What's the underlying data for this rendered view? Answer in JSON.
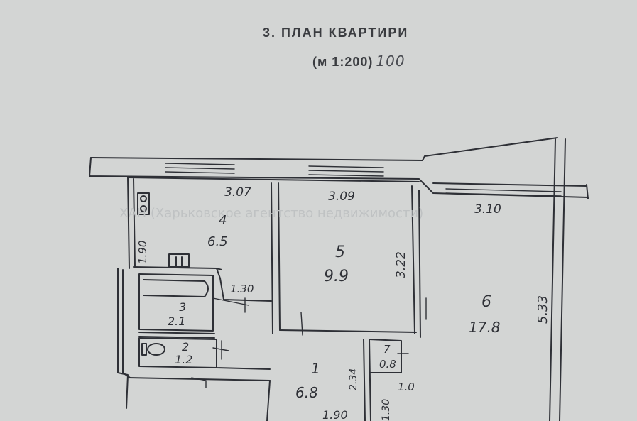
{
  "heading": {
    "title": "3. ПЛАН КВАРТИРИ",
    "scale_prefix": "(м 1:",
    "scale_struck": "200",
    "scale_suffix": ")",
    "scale_handwritten": "100"
  },
  "watermark": "ХАН (Харьковское агентство недвижимости)",
  "rooms": [
    {
      "number": "1",
      "area": "6.8"
    },
    {
      "number": "2",
      "area": "1.2"
    },
    {
      "number": "3",
      "area": "2.1"
    },
    {
      "number": "4",
      "area": "6.5"
    },
    {
      "number": "5",
      "area": "9.9"
    },
    {
      "number": "6",
      "area": "17.8"
    },
    {
      "number": "7",
      "area": "0.8"
    }
  ],
  "dimensions": {
    "d_307": "3.07",
    "d_309": "3.09",
    "d_310": "3.10",
    "d_322": "3.22",
    "d_533": "5.33",
    "d_190_left": "1.90",
    "d_130_top": "1.30",
    "d_234": "2.34",
    "d_130_bottom": "1.30",
    "d_10": "1.0",
    "d_190_bottom": "1.90"
  },
  "colors": {
    "paper": "#d3d5d4",
    "ink": "#2e3036",
    "print": "#3a3c40",
    "watermark": "#bfc2c3"
  }
}
